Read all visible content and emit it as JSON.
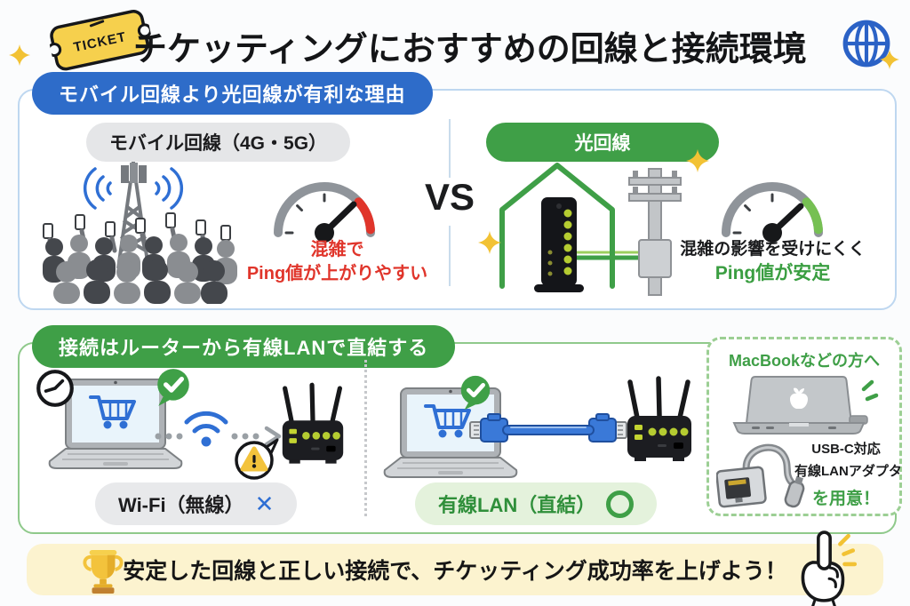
{
  "header": {
    "ticket_label": "TICKET",
    "title": "チケッティングにおすすめの回線と接続環境"
  },
  "section1": {
    "heading": "モバイル回線より光回線が有利な理由",
    "vs_label": "VS",
    "mobile": {
      "label": "モバイル回線（4G・5G）",
      "caption_line1": "混雑で",
      "caption_line2": "Ping値が上がりやすい"
    },
    "fiber": {
      "label": "光回線",
      "caption_line1": "混雑の影響を受けにくく",
      "caption_line2": "Ping値が安定"
    }
  },
  "section2": {
    "heading": "接続はルーターから有線LANで直結する",
    "wifi": {
      "label": "Wi-Fi（無線）",
      "mark": "✕"
    },
    "wired": {
      "label": "有線LAN（直結）"
    },
    "macbook_note": {
      "heading": "MacBookなどの方へ",
      "line1": "USB-C対応",
      "line2": "有線LANアダプタ",
      "line3": "を用意！"
    }
  },
  "footer": {
    "message": "安定した回線と正しい接続で、チケッティング成功率を上げよう！"
  },
  "icons": {
    "ticket-icon": "🎫",
    "globe-icon": "🌐",
    "sparkle-icon": "✦",
    "gauge-red-icon": "speedometer with red zone",
    "gauge-green-icon": "speedometer with green zone",
    "cell-tower-icon": "antenna tower with crowd",
    "house-fiber-icon": "house with ONU and utility pole",
    "clock-icon": "🕑",
    "check-icon": "✔",
    "wifi-icon": "wifi arcs",
    "warning-icon": "⚠",
    "router-icon": "wireless router",
    "lan-cable-icon": "blue LAN cable",
    "macbook-icon": "laptop with apple logo",
    "usb-adapter-icon": "USB-C LAN adapter",
    "trophy-icon": "🏆",
    "pointing-hand-icon": "☝"
  },
  "colors": {
    "blue_accent": "#2e6cc9",
    "green_accent": "#3f9f47",
    "red_alert": "#e0352b",
    "banner_yellow": "#fcf3cf",
    "ticket_yellow": "#f6d04d"
  }
}
